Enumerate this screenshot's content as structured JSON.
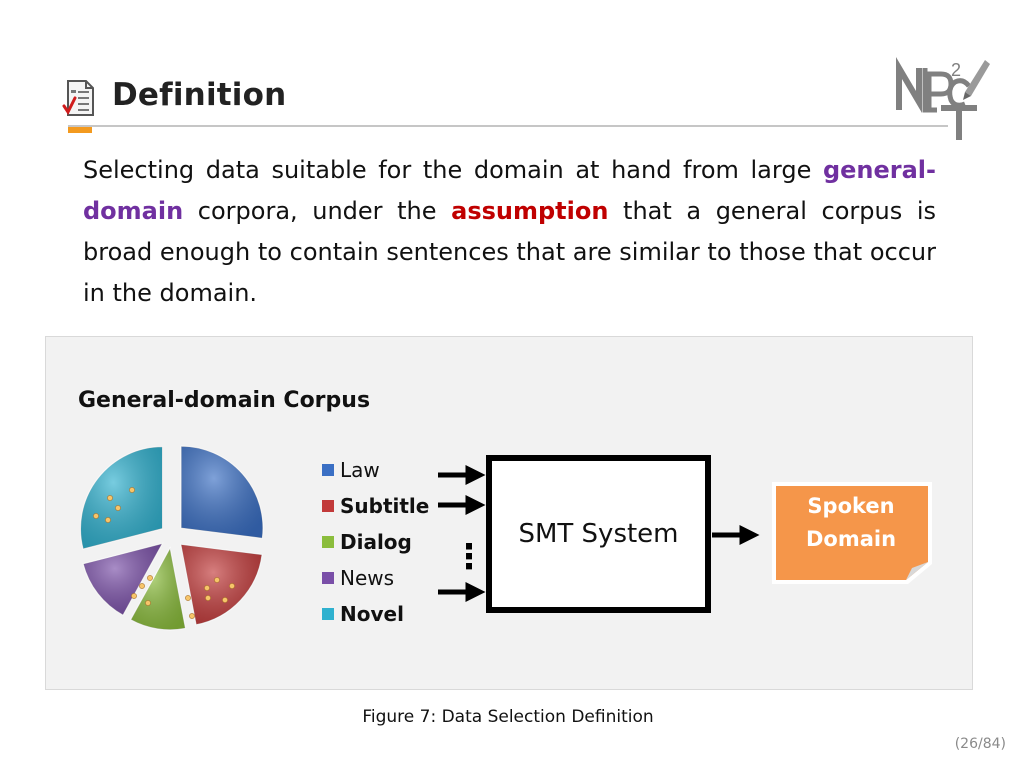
{
  "header": {
    "title": "Definition",
    "title_icon": "checklist-document-icon",
    "logo_text": "NLP2CT",
    "accent_color": "#f39a1f"
  },
  "intro": {
    "part1": "Selecting data suitable for the domain at hand from large ",
    "highlight1": "general-domain",
    "part2": " corpora, under the ",
    "highlight2": "assumption",
    "part3": " that a general corpus is broad enough to contain sentences that are similar to those that occur in the domain.",
    "highlight1_color": "#7030a0",
    "highlight2_color": "#c00000"
  },
  "chart_data": {
    "type": "pie",
    "title": "General-domain Corpus",
    "categories": [
      "Law",
      "Subtitle",
      "Dialog",
      "News",
      "Novel"
    ],
    "values": [
      27,
      20,
      11,
      13,
      29
    ],
    "colors": [
      "#3a6fc4",
      "#c23a3a",
      "#8bbd3c",
      "#7a4fa8",
      "#2fb1cf"
    ],
    "legend_bold": [
      false,
      true,
      true,
      false,
      true
    ],
    "legend_position": "right"
  },
  "diagram": {
    "box_label": "SMT System",
    "ellipsis": "⋮",
    "output_label_line1": "Spoken",
    "output_label_line2": "Domain",
    "output_color": "#f5964a"
  },
  "caption": "Figure 7: Data Selection Definition",
  "page_counter": "(26/84)"
}
